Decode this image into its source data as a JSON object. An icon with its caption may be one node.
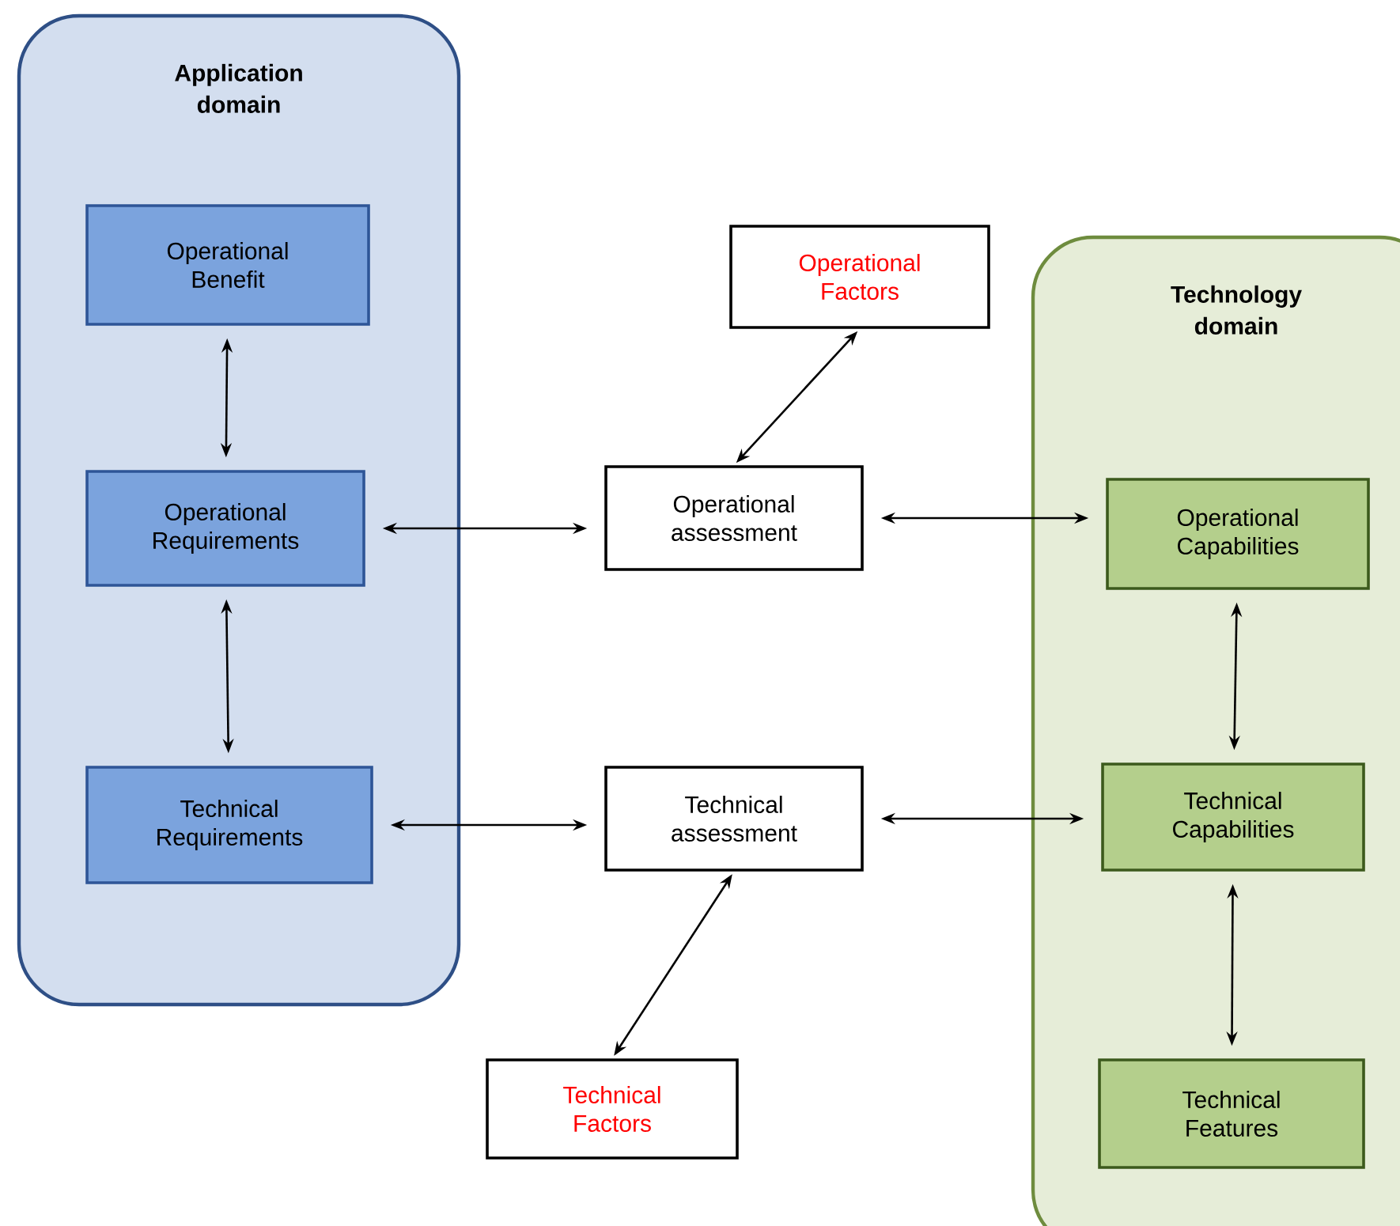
{
  "diagram": {
    "nodes": [
      {
        "text": [
          "Application domain"
        ]
      },
      {
        "text": [
          "Operational Benefit"
        ],
        "in": 0
      },
      {
        "text": [
          "Operational Requirements"
        ],
        "in": 0
      },
      {
        "text": [
          "Technical Requirements"
        ],
        "in": 0
      },
      {
        "text": [
          "Operational Factors"
        ]
      },
      {
        "text": [
          "Operational assessment"
        ]
      },
      {
        "text": [
          "Technical assessment"
        ]
      },
      {
        "text": [
          "Technical Factors"
        ]
      },
      {
        "text": [
          "Technology domain"
        ]
      },
      {
        "text": [
          "Operational Capabilities"
        ],
        "in": 8
      },
      {
        "text": [
          "Technical Capabilities"
        ],
        "in": 8
      },
      {
        "text": [
          "Technical Features"
        ],
        "in": 8
      }
    ],
    "edges": [
      {
        "from": 1,
        "to": 2,
        "arrow": "both"
      },
      {
        "from": 2,
        "to": 3,
        "arrow": "both"
      },
      {
        "from": 2,
        "to": 5,
        "arrow": "both"
      },
      {
        "from": 5,
        "to": 9,
        "arrow": "both"
      },
      {
        "from": 5,
        "to": 4,
        "arrow": "both"
      },
      {
        "from": 3,
        "to": 6,
        "arrow": "both"
      },
      {
        "from": 6,
        "to": 10,
        "arrow": "both"
      },
      {
        "from": 6,
        "to": 7,
        "arrow": "both"
      },
      {
        "from": 9,
        "to": 10,
        "arrow": "both"
      },
      {
        "from": 10,
        "to": 11,
        "arrow": "both"
      }
    ]
  }
}
